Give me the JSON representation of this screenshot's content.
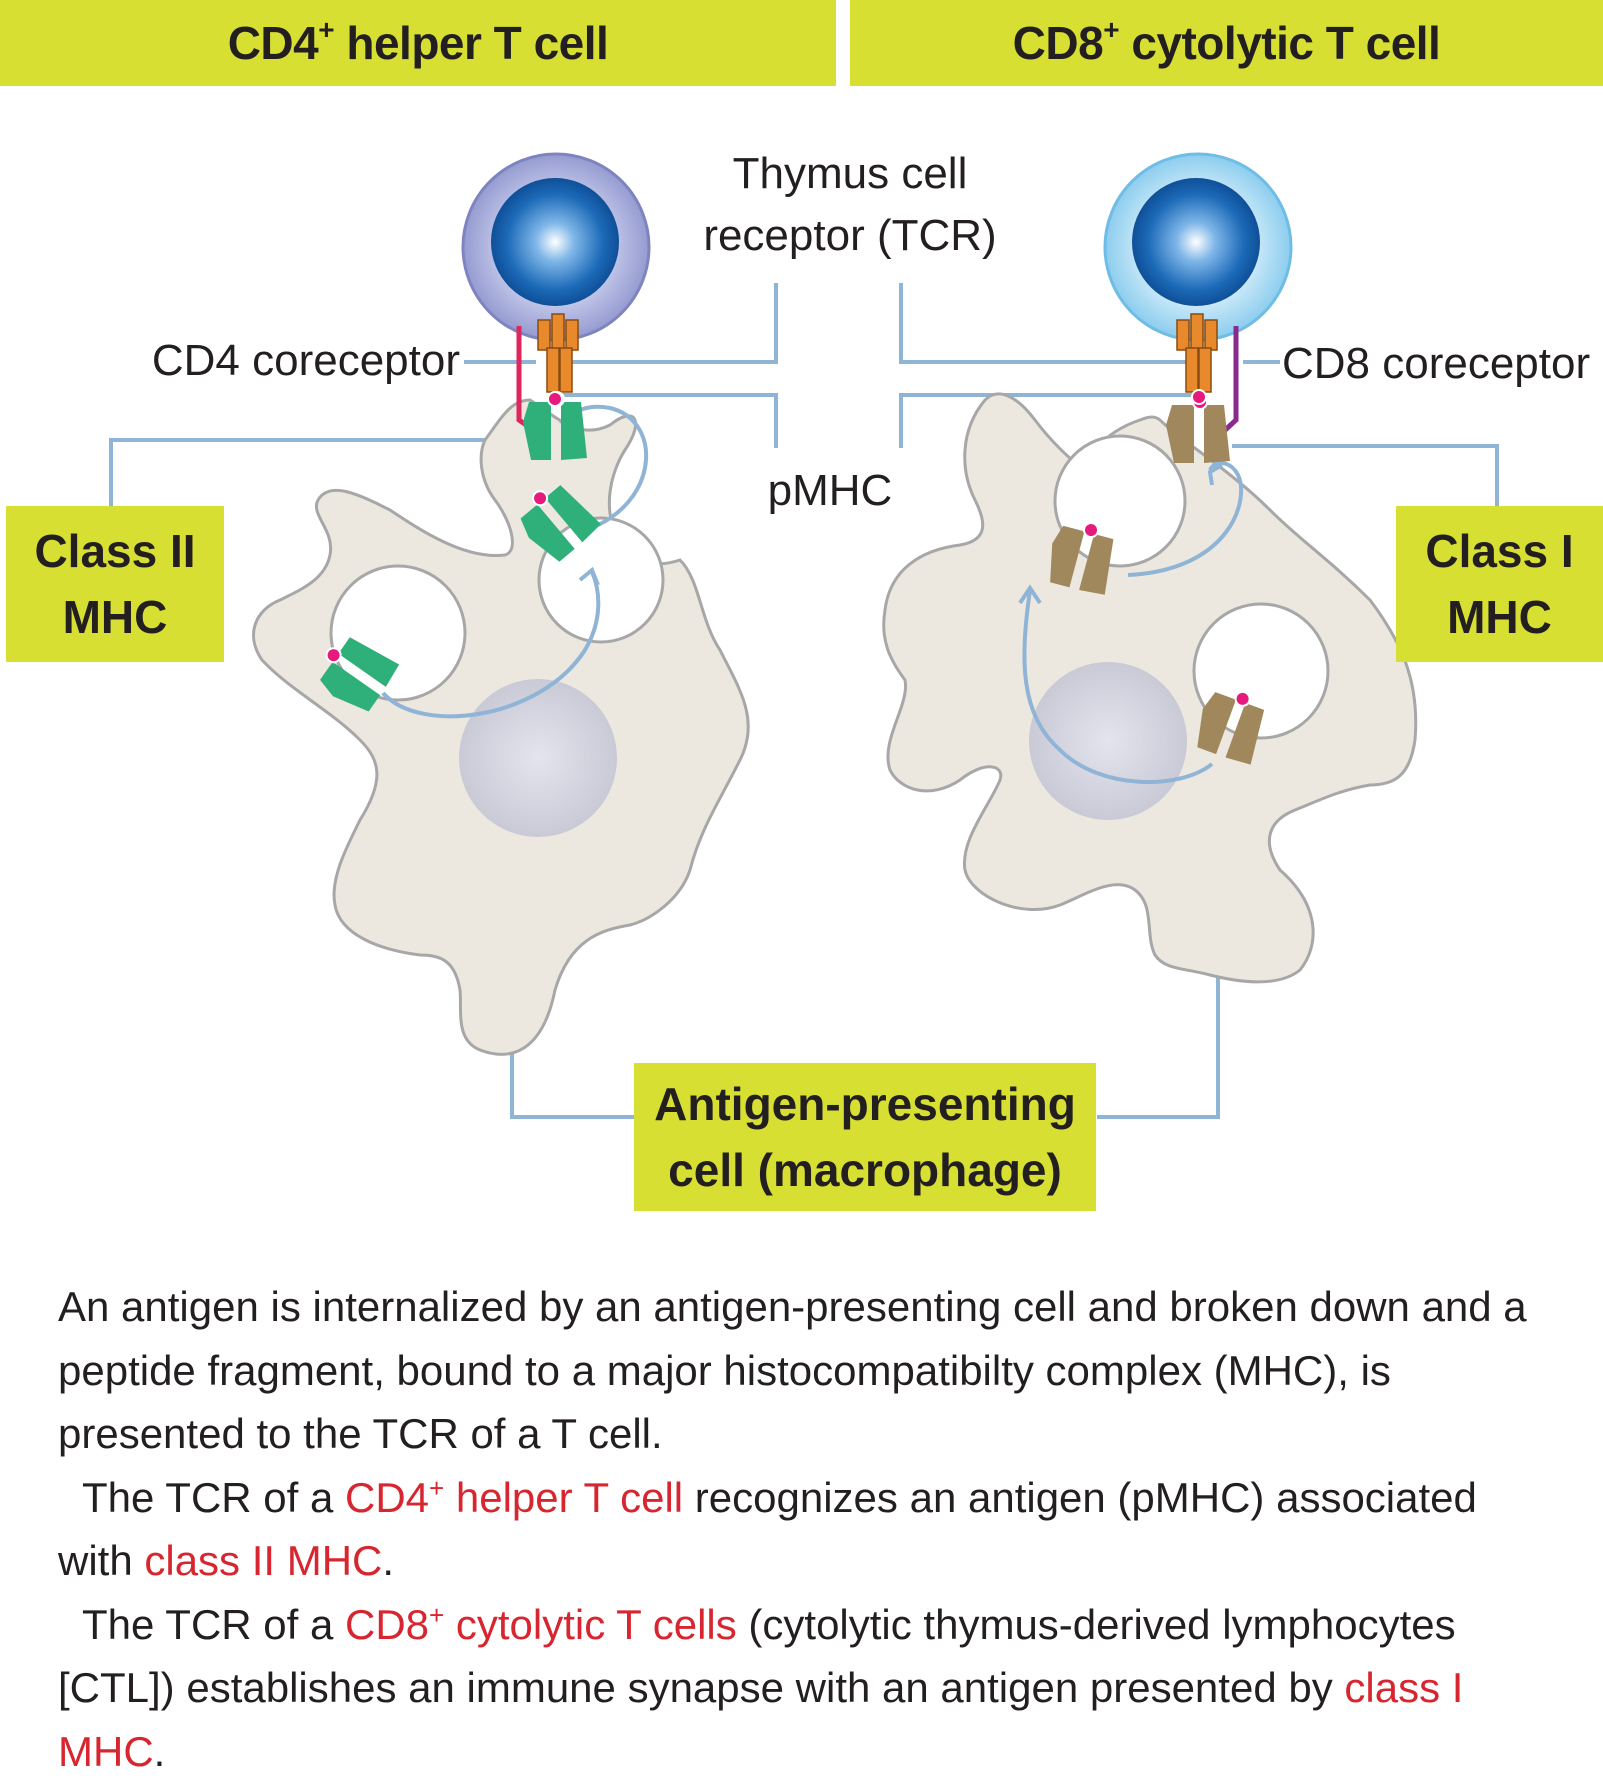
{
  "header": {
    "left_title": "CD4",
    "left_title_sup": "+",
    "left_title_rest": " helper T cell",
    "right_title": "CD8",
    "right_title_sup": "+",
    "right_title_rest": " cytolytic T cell"
  },
  "labels": {
    "tcr_line1": "Thymus cell",
    "tcr_line2": "receptor (TCR)",
    "cd4_coreceptor": "CD4 coreceptor",
    "cd8_coreceptor": "CD8 coreceptor",
    "pmhc": "pMHC"
  },
  "boxes": {
    "class2_line1": "Class II",
    "class2_line2": "MHC",
    "class1_line1": "Class I",
    "class1_line2": "MHC",
    "apc_line1": "Antigen-presenting",
    "apc_line2": "cell (macrophage)"
  },
  "caption": {
    "p1": "An antigen is internalized by an antigen-presenting cell and broken down and a peptide fragment, bound to a major histocompatibilty complex (MHC), is presented to the TCR of a T cell.",
    "p2_a": "The TCR of a ",
    "p2_red1": "CD4",
    "p2_red1_sup": "+",
    "p2_red1_rest": " helper T cell",
    "p2_b": " recognizes an antigen (pMHC) associated with ",
    "p2_red2": "class II MHC",
    "p2_c": ".",
    "p3_a": "The TCR of a ",
    "p3_red1": "CD8",
    "p3_red1_sup": "+",
    "p3_red1_rest": " cytolytic T cells",
    "p3_b": " (cytolytic thymus-derived lymphocytes [CTL]) establishes an immune synapse with an antigen presented by ",
    "p3_red2": "class I MHC",
    "p3_c": "."
  },
  "colors": {
    "banner": "#d8df33",
    "leader_line": "#8fb4d6",
    "apc_fill": "#ece8e0",
    "class2_mhc": "#2fb07a",
    "class1_mhc": "#a0875c",
    "peptide": "#e6197d",
    "tcr": "#e8892b",
    "cd4_coreceptor": "#e0245c",
    "cd8_coreceptor": "#8a2a8e",
    "caption_red": "#d7262f"
  }
}
